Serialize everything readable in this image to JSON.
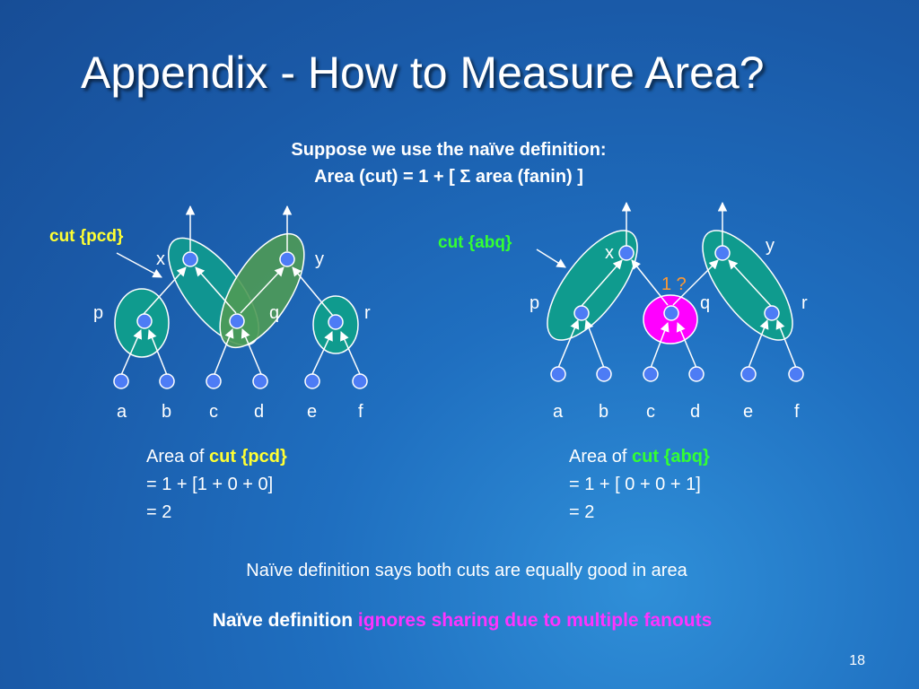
{
  "slide": {
    "title": "Appendix - How to Measure Area?",
    "intro_line1": "Suppose we use the naïve definition:",
    "intro_line2": "Area (cut) = 1 + [ Σ area (fanin) ]",
    "page_number": "18"
  },
  "left": {
    "cut_label": "cut {pcd}",
    "nodes": {
      "x": "x",
      "y": "y",
      "p": "p",
      "q": "q",
      "r": "r"
    },
    "inputs": [
      "a",
      "b",
      "c",
      "d",
      "e",
      "f"
    ],
    "calc_prefix": "Area of ",
    "calc_cut": "cut {pcd}",
    "calc_line2": "= 1 + [1 + 0 + 0]",
    "calc_line3": "= 2"
  },
  "right": {
    "cut_label": "cut {abq}",
    "nodes": {
      "x": "x",
      "y": "y",
      "p": "p",
      "q": "q",
      "r": "r"
    },
    "inputs": [
      "a",
      "b",
      "c",
      "d",
      "e",
      "f"
    ],
    "question": "1 ?",
    "calc_prefix": "Area of ",
    "calc_cut": "cut {abq}",
    "calc_line2": "= 1 + [ 0 + 0 + 1]",
    "calc_line3": "= 2"
  },
  "note": "Naïve definition says both cuts are equally good in area",
  "conclusion": {
    "prefix": "Naïve definition ",
    "highlight": "ignores sharing due to multiple fanouts"
  },
  "colors": {
    "node_fill": "#4d7cf5",
    "cluster_teal": "#0f9b8e",
    "cluster_green": "#4f9a55",
    "cluster_magenta": "#ff00ff",
    "cut_yellow": "#ffff33",
    "cut_green": "#33ff33",
    "question_orange": "#ff9933",
    "highlight_magenta": "#ff33ff"
  }
}
